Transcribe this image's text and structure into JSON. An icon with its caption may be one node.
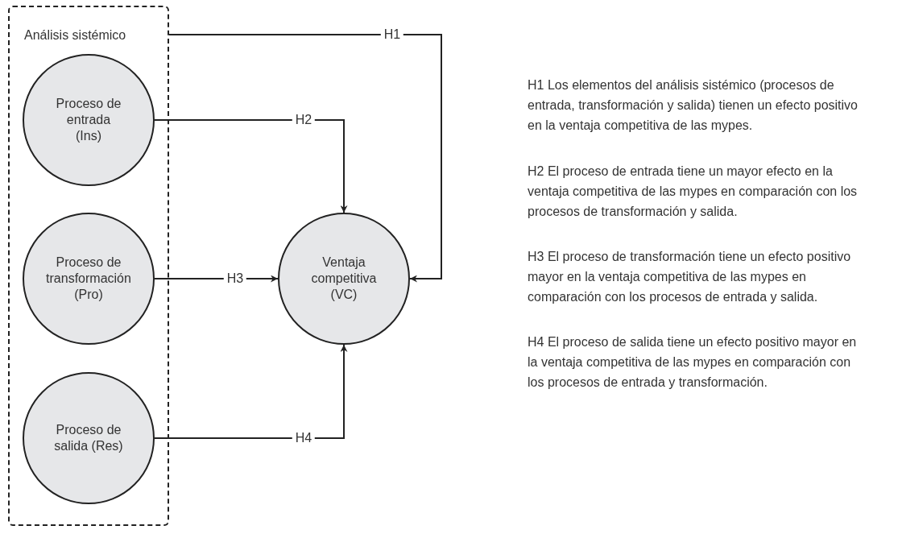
{
  "diagram": {
    "nodes": [
      {
        "text": [
          "Análisis sistémico"
        ]
      },
      {
        "text": [
          "Proceso de entrada (Ins)"
        ],
        "in": 0
      },
      {
        "text": [
          "Proceso de transformación (Pro)"
        ],
        "in": 0
      },
      {
        "text": [
          "Proceso de salida (Res)"
        ],
        "in": 0
      },
      {
        "text": [
          "Ventaja competitiva (VC)"
        ]
      }
    ],
    "edges": [
      {
        "from": 0,
        "to": 4,
        "arrow": "to",
        "label": "H1"
      },
      {
        "from": 1,
        "to": 4,
        "arrow": "to",
        "label": "H2"
      },
      {
        "from": 2,
        "to": 4,
        "arrow": "to",
        "label": "H3"
      },
      {
        "from": 3,
        "to": 4,
        "arrow": "to",
        "label": "H4"
      }
    ],
    "labels": [
      "H1 Los elementos del análisis sistémico (procesos de entrada, transformación y salida) tienen un efecto positivo en la ventaja competitiva de las mypes.",
      "H2 El proceso de entrada tiene un mayor efecto en la ventaja competitiva de las mypes en comparación con los procesos de transformación y salida.",
      "H3 El proceso de transformación tiene un efecto positivo mayor en la ventaja competitiva de las mypes en comparación con los procesos de entrada y salida.",
      "H4 El proceso de salida tiene un efecto positivo mayor en la ventaja competitiva de las mypes en comparación con los procesos de entrada y transformación."
    ]
  }
}
